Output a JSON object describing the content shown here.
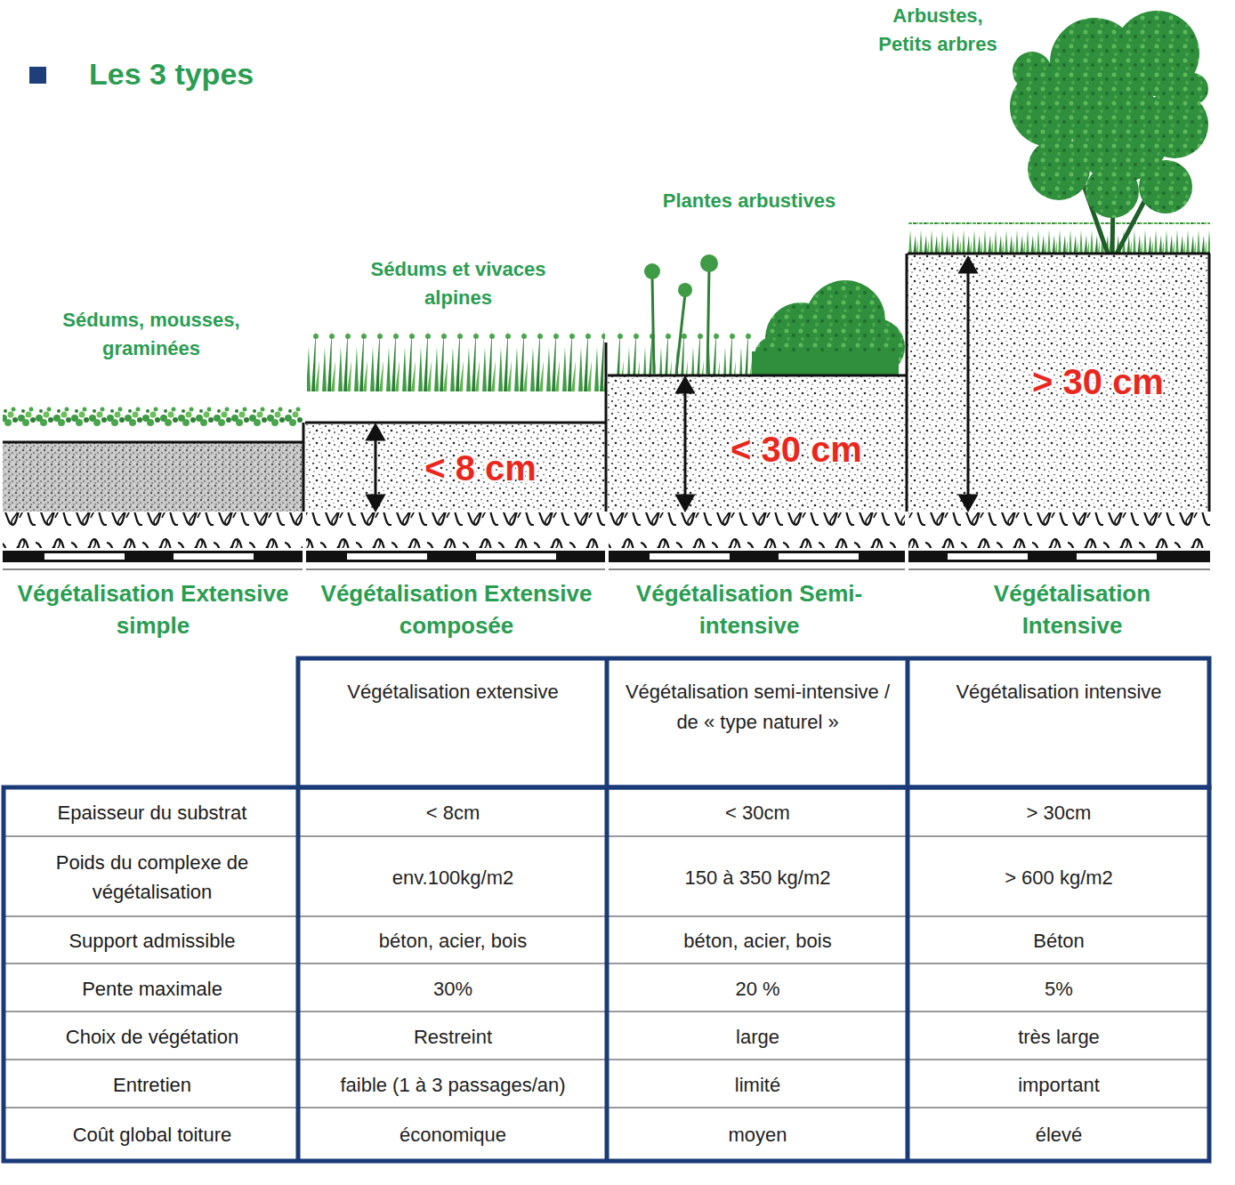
{
  "diagram": {
    "title": "Les 3 types",
    "labels": [
      "Sédums, mousses, graminées",
      "Sédums et vivaces alpines",
      "Plantes arbustives",
      "Arbustes, Petits arbres",
      "< 8 cm",
      "< 30 cm",
      "> 30 cm",
      "Végétalisation Extensive simple",
      "Végétalisation Extensive composée",
      "Végétalisation Semi-intensive",
      "Végétalisation Intensive",
      "Végétalisation extensive",
      "Végétalisation semi-intensive / de « type naturel »",
      "Végétalisation intensive",
      "Epaisseur du substrat",
      "< 8cm",
      "< 30cm",
      "> 30cm",
      "Poids du complexe de végétalisation",
      "env.100kg/m2",
      "150 à 350 kg/m2",
      "> 600 kg/m2",
      "Support admissible",
      "béton, acier, bois",
      "béton, acier, bois",
      "Béton",
      "Pente maximale",
      "30%",
      "20 %",
      "5%",
      "Choix de végétation",
      "Restreint",
      "large",
      "très large",
      "Entretien",
      "faible (1 à 3 passages/an)",
      "limité",
      "important",
      "Coût global toiture",
      "économique",
      "moyen",
      "élevé"
    ]
  }
}
